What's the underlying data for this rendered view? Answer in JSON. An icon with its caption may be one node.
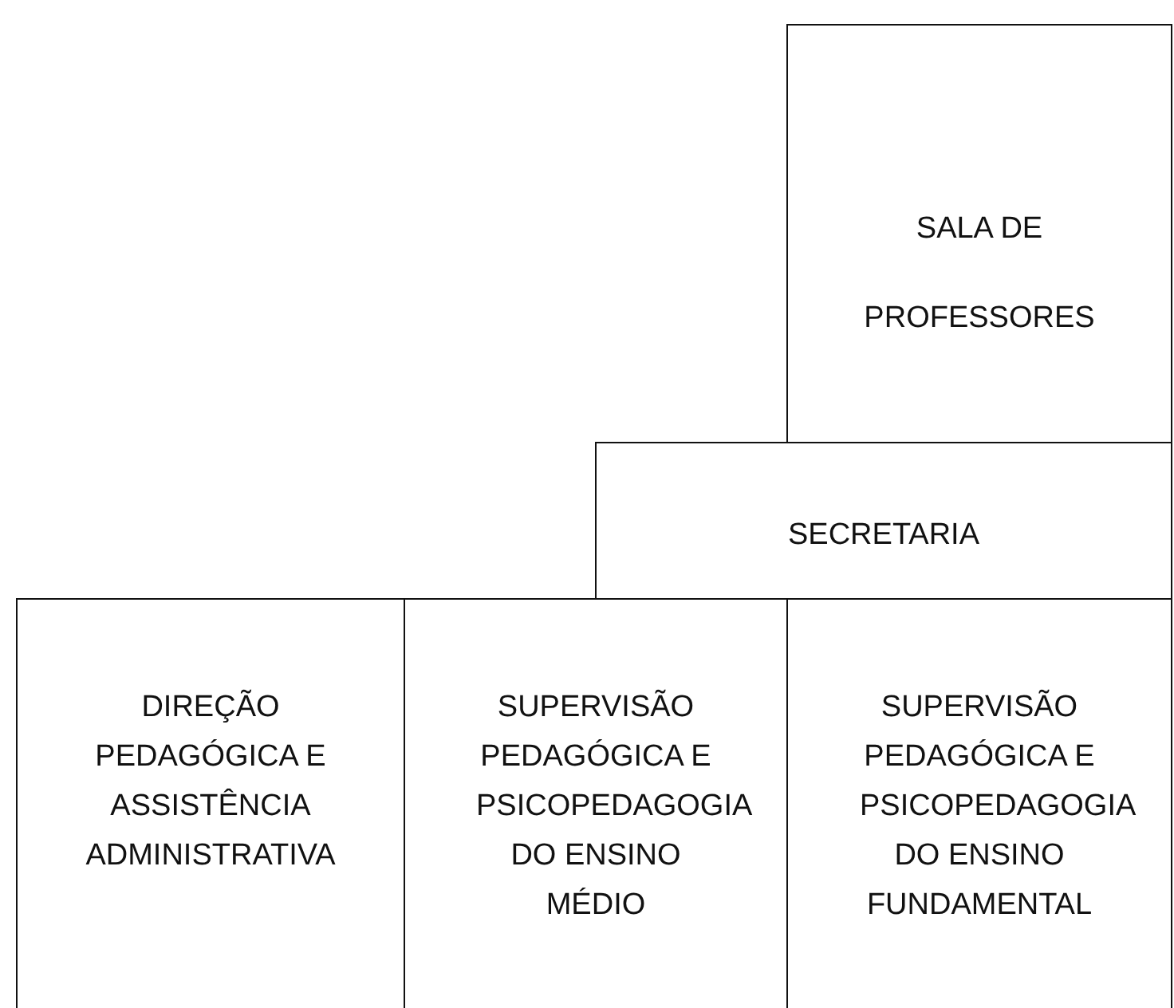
{
  "diagram": {
    "nodes": [
      {
        "text": [
          "SALA DE PROFESSORES"
        ]
      },
      {
        "text": [
          "SECRETARIA"
        ]
      },
      {
        "text": [
          "DIREÇÃO PEDAGÓGICA E ASSISTÊNCIA ADMINISTRATIVA"
        ]
      },
      {
        "text": [
          "SUPERVISÃO PEDAGÓGICA E PSICOPEDAGOGIA DO ENSINO MÉDIO"
        ]
      },
      {
        "text": [
          "SUPERVISÃO PEDAGÓGICA E PSICOPEDAGOGIA DO ENSINO FUNDAMENTAL"
        ]
      }
    ]
  }
}
